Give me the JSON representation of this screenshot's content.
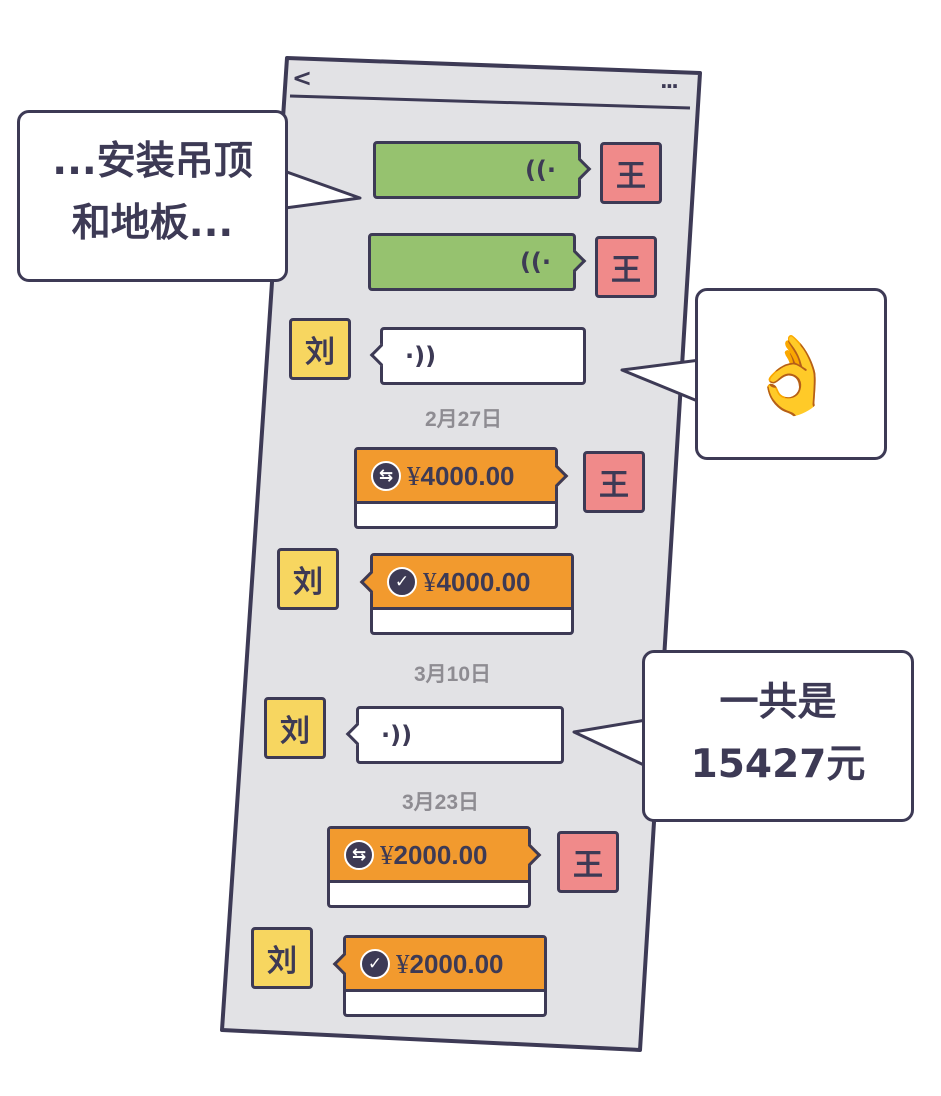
{
  "header": {
    "back_glyph": "<",
    "more_glyph": "···"
  },
  "avatars": {
    "wang": "王",
    "liu": "刘"
  },
  "messages": {
    "dates": [
      "2月27日",
      "3月10日",
      "3月23日"
    ],
    "transfers": [
      {
        "amount": "4000.00",
        "currency": "¥",
        "status_icon": "transfer-icon"
      },
      {
        "amount": "4000.00",
        "currency": "¥",
        "status_icon": "check-icon"
      },
      {
        "amount": "2000.00",
        "currency": "¥",
        "status_icon": "transfer-icon"
      },
      {
        "amount": "2000.00",
        "currency": "¥",
        "status_icon": "check-icon"
      }
    ]
  },
  "callouts": {
    "left_line1": "...安装吊顶",
    "left_line2": "和地板...",
    "right_emoji": "👌",
    "total_line1": "一共是",
    "total_line2": "15427元"
  },
  "colors": {
    "outline": "#3d3a55",
    "phone_bg": "#e2e2e5",
    "voice_green": "#96c26f",
    "avatar_wang": "#f08a8a",
    "avatar_liu": "#f7d660",
    "transfer_orange": "#f29a2e",
    "date_gray": "#8e8c92",
    "emoji_yellow": "#f5be2c"
  }
}
